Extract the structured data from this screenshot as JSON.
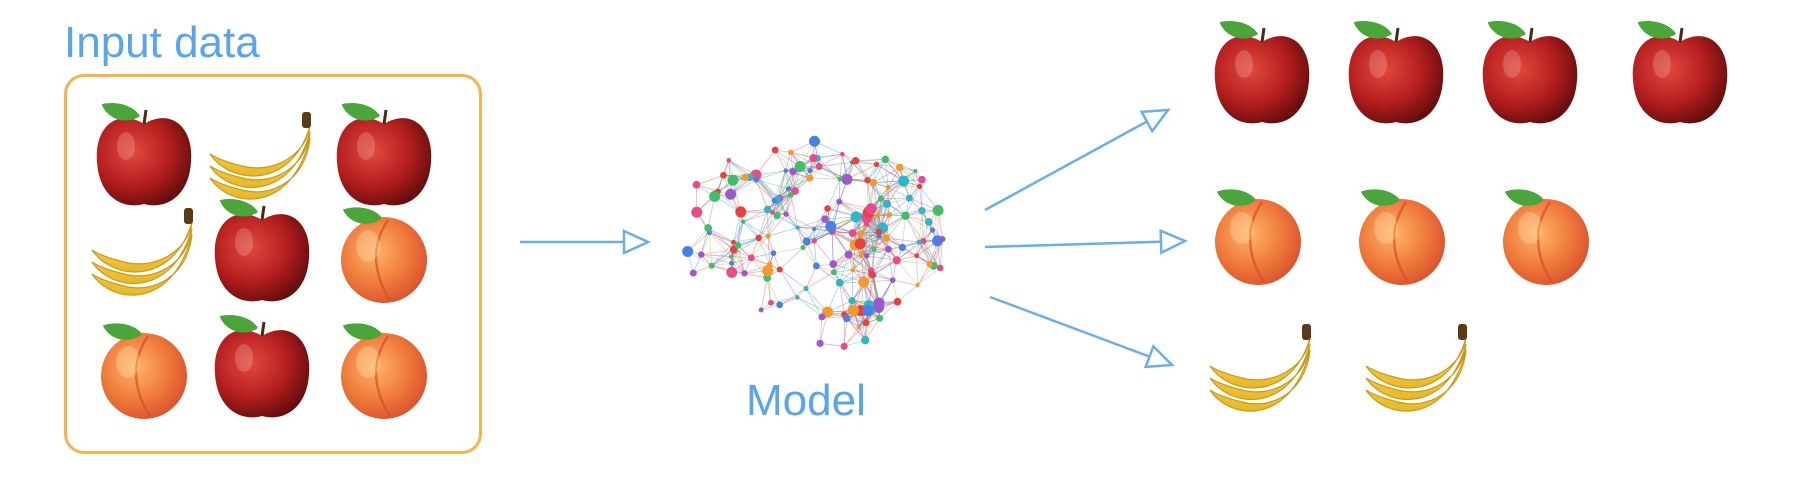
{
  "input": {
    "title": "Input data",
    "grid": [
      [
        "apple",
        "banana",
        "apple"
      ],
      [
        "banana",
        "apple",
        "peach"
      ],
      [
        "peach",
        "apple",
        "peach"
      ]
    ]
  },
  "model": {
    "label": "Model",
    "icon": "brain-network-icon"
  },
  "output": {
    "groups": [
      {
        "fruit": "apple",
        "count": 4
      },
      {
        "fruit": "peach",
        "count": 3
      },
      {
        "fruit": "banana",
        "count": 2
      }
    ]
  },
  "colors": {
    "label_blue": "#5aa5ea",
    "box_orange": "#f5b44c",
    "arrow_blue": "#6aaeea",
    "apple_red": "#b51f1f",
    "peach_orange": "#ef7a3c",
    "banana_yellow": "#f4cf3a",
    "leaf_green": "#4aa63a"
  }
}
